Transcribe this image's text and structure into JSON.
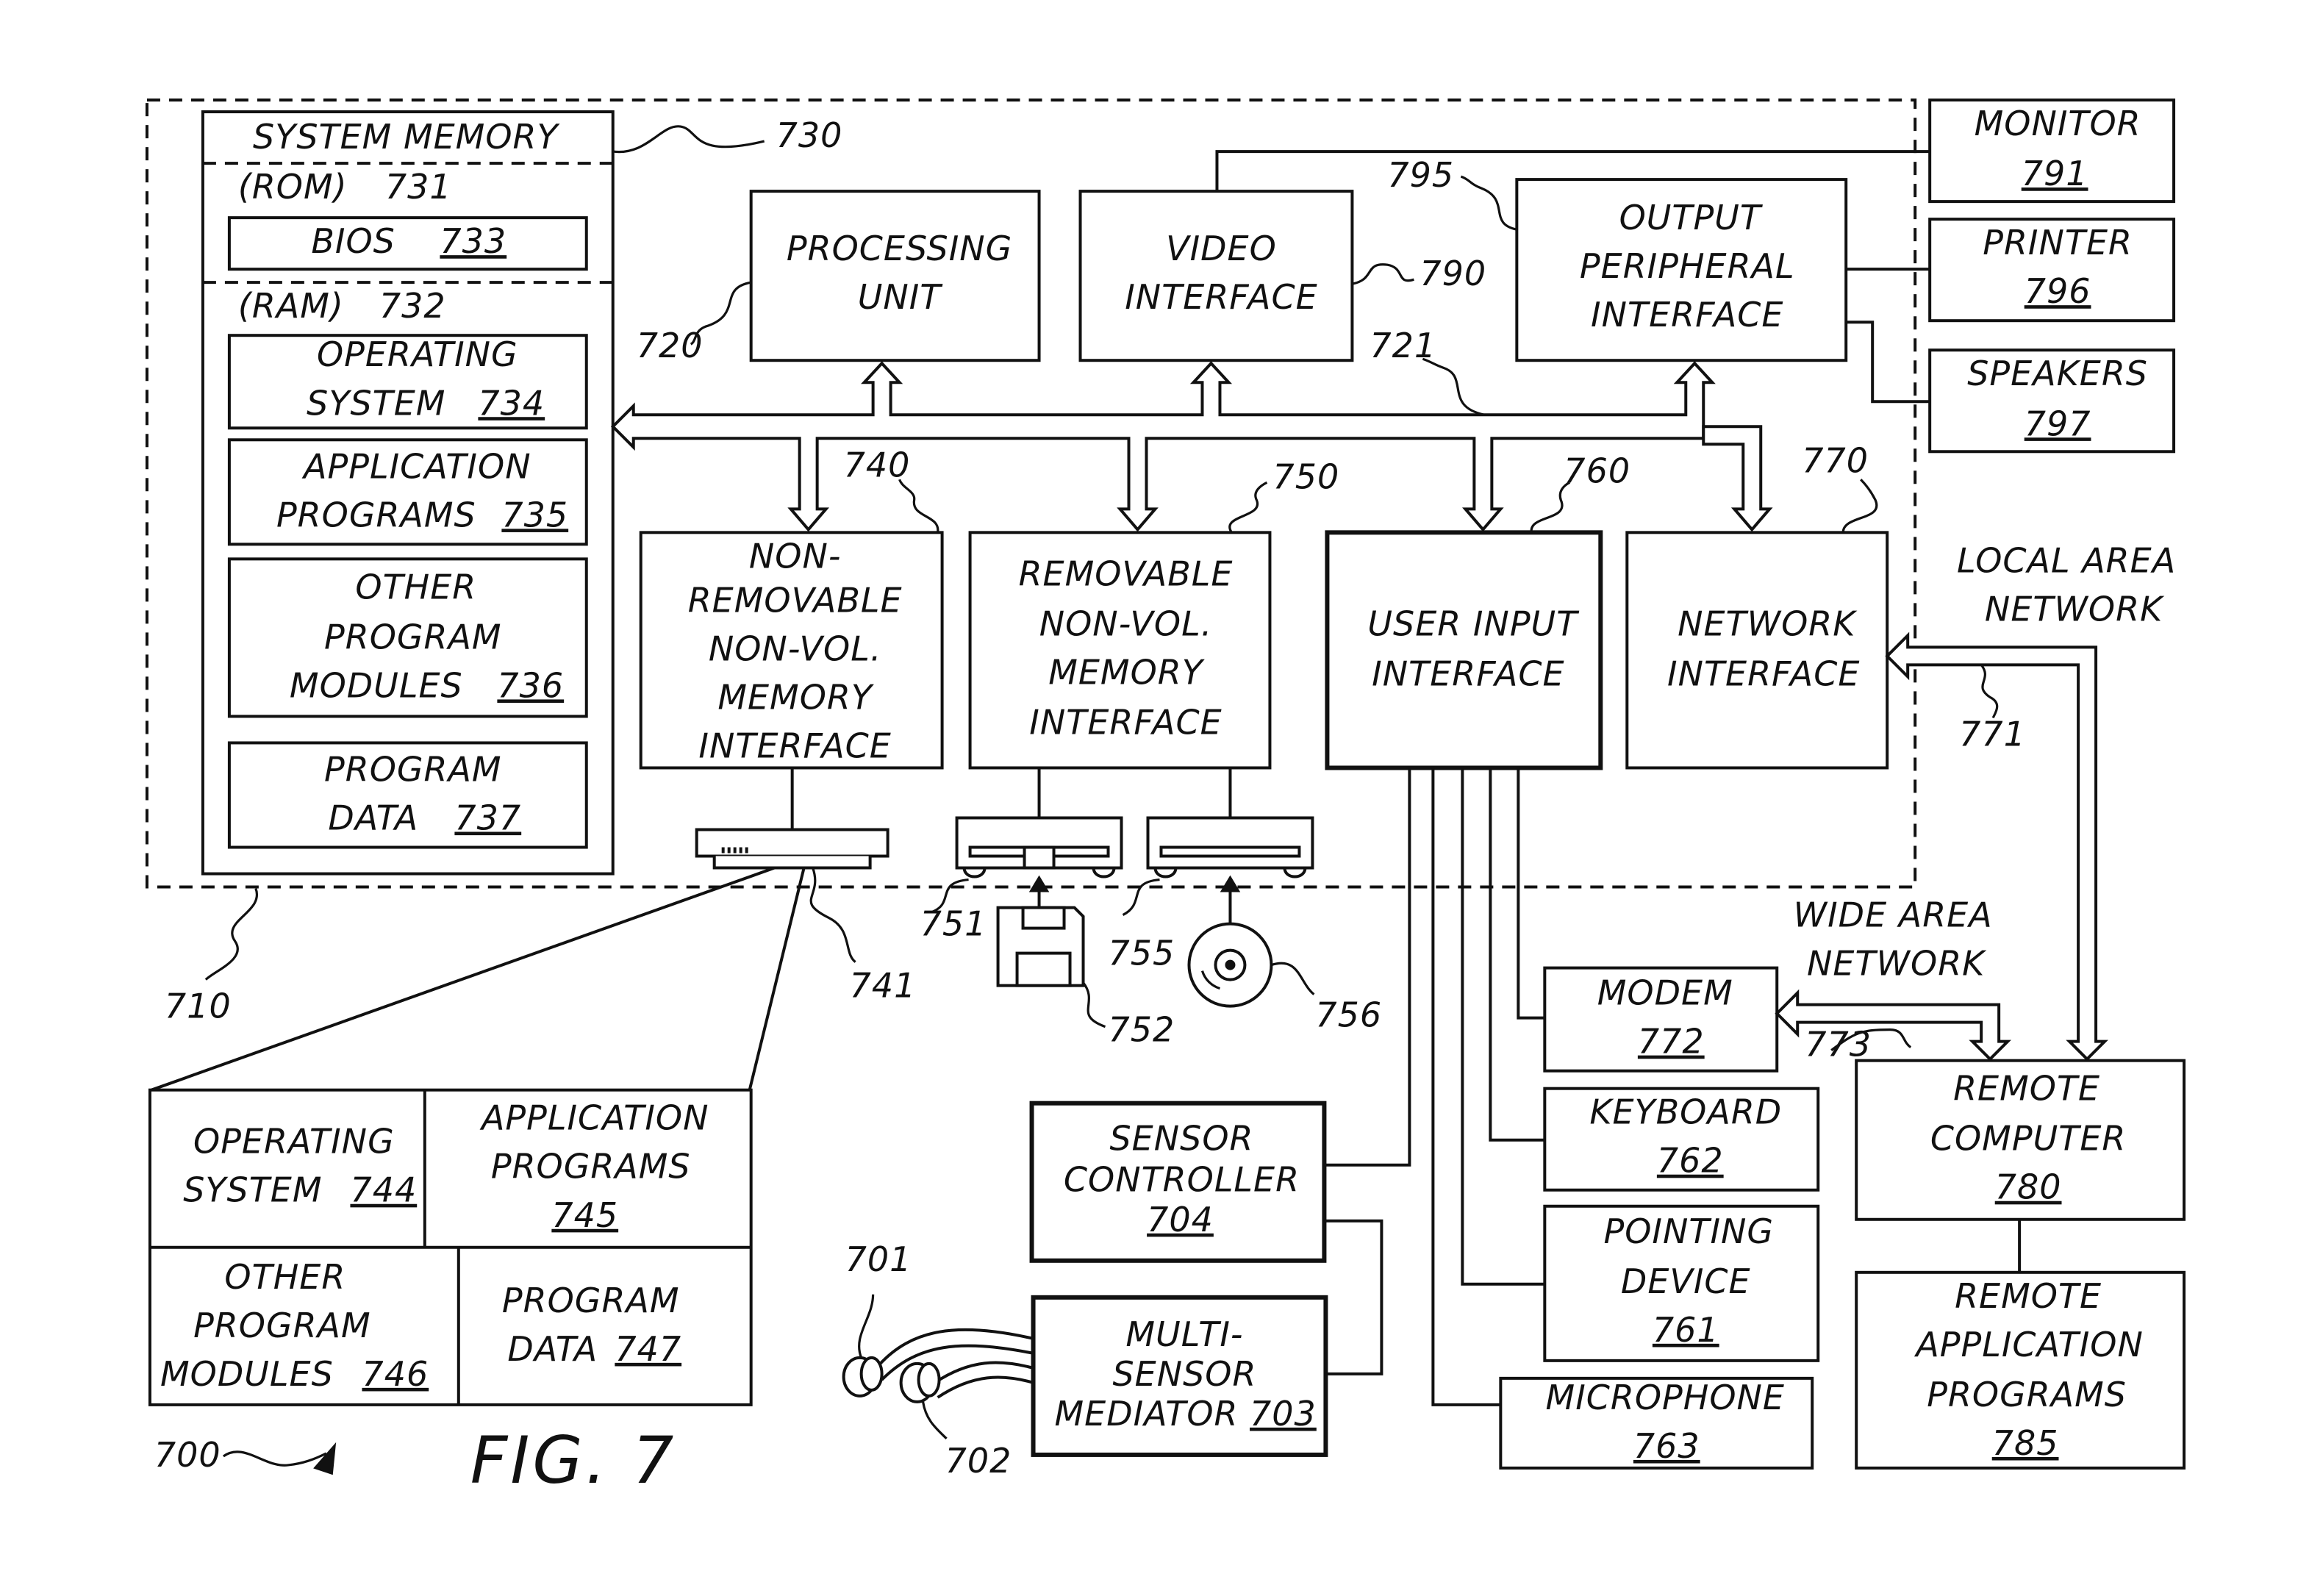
{
  "figure": {
    "label": "FIG. 7",
    "ref": "700"
  },
  "labels": {
    "computer": "710",
    "system_memory_ref": "730",
    "bus_ref": "721",
    "nonremovable_ref": "740",
    "removable_ref": "750",
    "user_input_ref": "760",
    "network_ref": "770",
    "processing_ref": "720",
    "video_ref": "790",
    "output_ref": "795",
    "hdd_ref": "741",
    "floppy_drive_ref": "751",
    "floppy_disk_ref": "752",
    "cd_drive_ref": "755",
    "cd_disk_ref": "756",
    "lan_ref": "771",
    "wan_ref": "773",
    "sensor_a_ref": "701",
    "sensor_b_ref": "702"
  },
  "system_memory": {
    "title": "SYSTEM MEMORY",
    "rom": {
      "label": "(ROM)",
      "num": "731"
    },
    "bios": {
      "label": "BIOS",
      "num": "733"
    },
    "ram": {
      "label": "(RAM)",
      "num": "732"
    },
    "operating_system": {
      "line1": "OPERATING",
      "line2": "SYSTEM",
      "num": "734"
    },
    "application_programs": {
      "line1": "APPLICATION",
      "line2": "PROGRAMS",
      "num": "735"
    },
    "other_modules": {
      "line1": "OTHER",
      "line2": "PROGRAM",
      "line3": "MODULES",
      "num": "736"
    },
    "program_data": {
      "line1": "PROGRAM",
      "line2": "DATA",
      "num": "737"
    }
  },
  "processing_unit": {
    "line1": "PROCESSING",
    "line2": "UNIT"
  },
  "video_interface": {
    "line1": "VIDEO",
    "line2": "INTERFACE"
  },
  "output_peripheral": {
    "line1": "OUTPUT",
    "line2": "PERIPHERAL",
    "line3": "INTERFACE"
  },
  "monitor": {
    "label": "MONITOR",
    "num": "791"
  },
  "printer": {
    "label": "PRINTER",
    "num": "796"
  },
  "speakers": {
    "label": "SPEAKERS",
    "num": "797"
  },
  "nonremovable": {
    "line1": "NON-",
    "line2": "REMOVABLE",
    "line3": "NON-VOL.",
    "line4": "MEMORY",
    "line5": "INTERFACE"
  },
  "removable": {
    "line1": "REMOVABLE",
    "line2": "NON-VOL.",
    "line3": "MEMORY",
    "line4": "INTERFACE"
  },
  "user_input": {
    "line1": "USER INPUT",
    "line2": "INTERFACE"
  },
  "network_interface": {
    "line1": "NETWORK",
    "line2": "INTERFACE"
  },
  "lan": {
    "line1": "LOCAL AREA",
    "line2": "NETWORK"
  },
  "wan": {
    "line1": "WIDE AREA",
    "line2": "NETWORK"
  },
  "modem": {
    "label": "MODEM",
    "num": "772"
  },
  "keyboard": {
    "label": "KEYBOARD",
    "num": "762"
  },
  "pointing": {
    "line1": "POINTING",
    "line2": "DEVICE",
    "num": "761"
  },
  "microphone": {
    "label": "MICROPHONE",
    "num": "763"
  },
  "remote_computer": {
    "line1": "REMOTE",
    "line2": "COMPUTER",
    "num": "780"
  },
  "remote_apps": {
    "line1": "REMOTE",
    "line2": "APPLICATION",
    "line3": "PROGRAMS",
    "num": "785"
  },
  "sensor_controller": {
    "line1": "SENSOR",
    "line2": "CONTROLLER",
    "num": "704"
  },
  "mediator": {
    "line1": "MULTI-",
    "line2": "SENSOR",
    "line3": "MEDIATOR",
    "num": "703"
  },
  "disk_contents": {
    "os": {
      "line1": "OPERATING",
      "line2": "SYSTEM",
      "num": "744"
    },
    "apps": {
      "line1": "APPLICATION",
      "line2": "PROGRAMS",
      "num": "745"
    },
    "modules": {
      "line1": "OTHER",
      "line2": "PROGRAM",
      "line3": "MODULES",
      "num": "746"
    },
    "data": {
      "line1": "PROGRAM",
      "line2": "DATA",
      "num": "747"
    }
  }
}
